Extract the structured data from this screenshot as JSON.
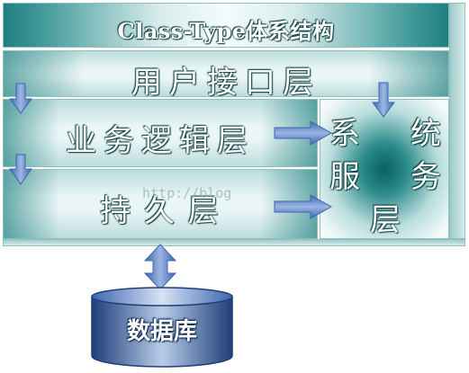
{
  "diagram": {
    "title": "Class-Type体系结构",
    "layers": {
      "ui": "用户接口层",
      "business": "业务逻辑层",
      "persistence": "持 久 层",
      "system_service": [
        "系",
        "统",
        "服",
        "务",
        "层"
      ]
    },
    "database": "数据库",
    "watermark": "http://blog"
  },
  "colors": {
    "teal_dark": "#1f7f7f",
    "teal_light": "#eaf6f6",
    "arrow_blue": "#5a7fc0",
    "database_blue": "#2b4f8f"
  }
}
